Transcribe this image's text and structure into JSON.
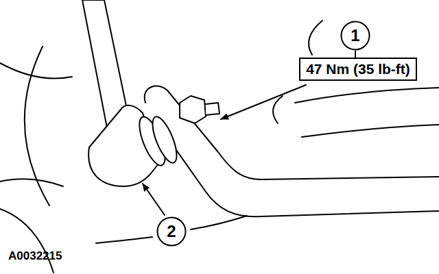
{
  "diagram": {
    "nodes": [
      {
        "text": [
          "1"
        ]
      },
      {
        "text": [
          "47 Nm (35 lb-ft)"
        ]
      },
      {
        "text": [
          "2"
        ]
      }
    ],
    "edges": [
      {
        "from": 0,
        "to": 1,
        "arrow": "none"
      }
    ],
    "labels": [
      "A0032215"
    ]
  }
}
